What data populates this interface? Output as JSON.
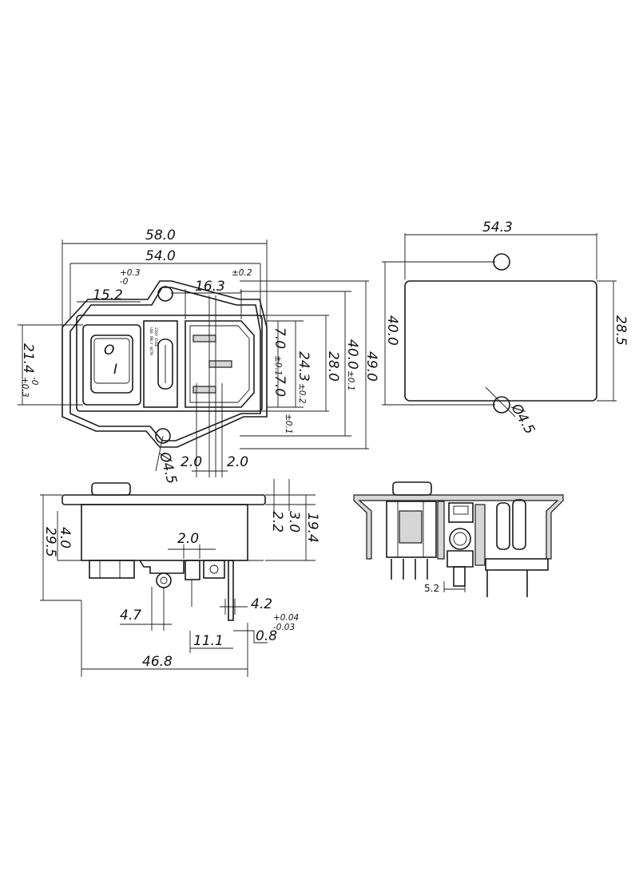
{
  "front_view": {
    "overall_width": "58.0",
    "body_width": "54.0",
    "tol_top_left": "+0.3",
    "tol_bottom_left": "-0",
    "tol_right": "±0.2",
    "switch_offset": "15.2",
    "inlet_width": "16.3",
    "pin_spacing_a": "7.0",
    "pin_tol": "±0.1",
    "pin_spacing_b": "7.0",
    "inlet_height": "24.3",
    "inlet_height_tol": "±0.2",
    "cutout_height": "28.0",
    "flange_height": "40.0",
    "flange_tol": "±0.1",
    "overall_height": "49.0",
    "body_height": "21.4",
    "body_height_tol_plus": "+0.3",
    "body_height_tol_minus": "-0",
    "hole_dia": "Ø4.5",
    "pin_width_a": "2.0",
    "pin_width_b": "2.0",
    "switch_labels": [
      "O",
      "I"
    ],
    "fuse_text": [
      "USE ONLY WITH",
      "250V FUSE"
    ],
    "right_tol": "±0.1"
  },
  "panel_view": {
    "width": "54.3",
    "height": "40.0",
    "cutout_height": "28.5",
    "hole_dia": "Ø4.5"
  },
  "side_view": {
    "terminal_gap": "2.0",
    "flange_thk": "3.0",
    "flange_thk_b": "2.2",
    "total_depth": "19.4",
    "body_depth": "29.5",
    "switch_depth": "4.0",
    "term_offset": "4.7",
    "term_width": "4.2",
    "term_thk": "0.8",
    "term_thk_tol_plus": "+0.04",
    "term_thk_tol_minus": "-0.03",
    "term_depth": "11.1",
    "overall_length": "46.8"
  },
  "section_view": {
    "dim_a": "5.2"
  }
}
